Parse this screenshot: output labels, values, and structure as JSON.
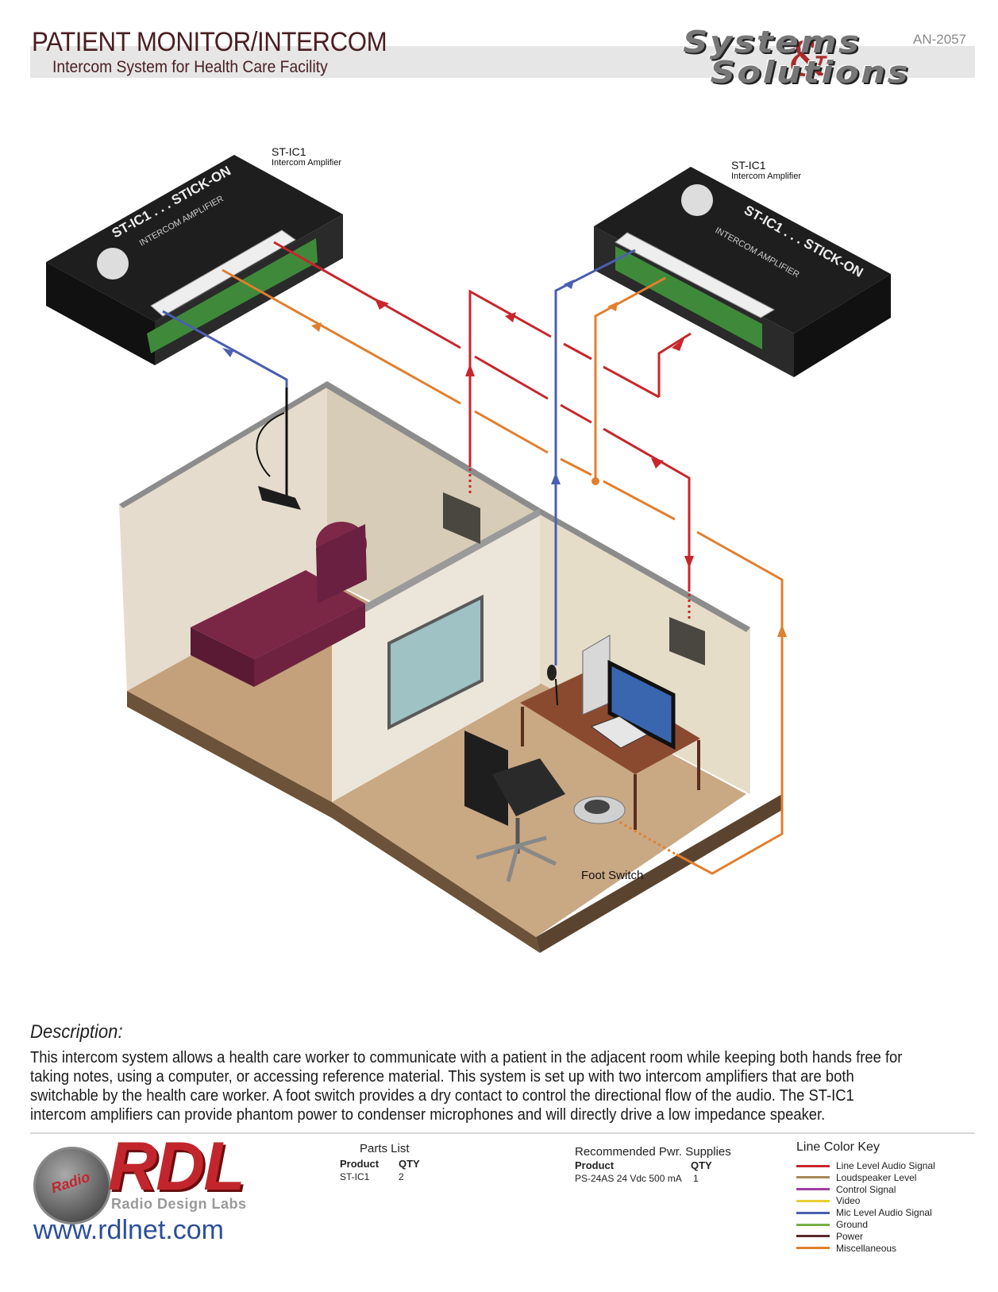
{
  "header": {
    "title": "PATIENT MONITOR/INTERCOM",
    "subtitle": "Intercom System for Health Care Facility",
    "doc_code": "AN-2057",
    "brand_line1": "Systems",
    "brand_line2": "Solutions",
    "brand_amp": "&"
  },
  "diagram": {
    "amp_left": {
      "model": "ST-IC1",
      "desc": "Intercom Amplifier",
      "faceplate_title": "ST-IC1 . . . STICK-ON",
      "faceplate_sub": "INTERCOM AMPLIFIER"
    },
    "amp_right": {
      "model": "ST-IC1",
      "desc": "Intercom Amplifier",
      "faceplate_title": "ST-IC1 . . . STICK-ON",
      "faceplate_sub": "INTERCOM AMPLIFIER"
    },
    "foot_switch_label": "Foot Switch",
    "colors": {
      "line_level": "#c8262c",
      "mic_level": "#4a5fb0",
      "misc": "#e07f2e",
      "wall": "#e8e0d2",
      "floor_left": "#c4a17a",
      "floor_right": "#c9a884",
      "bed": "#7a2746",
      "amp_body": "#1e1e1e"
    }
  },
  "description": {
    "heading": "Description:",
    "body": "This intercom system allows a health care worker to communicate with a patient in the adjacent room while keeping both hands free for taking notes, using a computer, or accessing reference material.  This system is set up with two intercom amplifiers that are both switchable by the health care worker. A foot switch provides a dry contact to control the directional flow of the audio. The ST-IC1 intercom amplifiers can provide phantom power to condenser microphones and will directly drive a low impedance speaker."
  },
  "footer": {
    "logo_seal_text": "Radio",
    "logo_text": "RDL",
    "logo_sub": "Radio Design Labs",
    "url": "www.rdlnet.com",
    "parts_list": {
      "title": "Parts List",
      "headers": [
        "Product",
        "QTY"
      ],
      "rows": [
        [
          "ST-IC1",
          "2"
        ]
      ]
    },
    "power_supplies": {
      "title": "Recommended Pwr. Supplies",
      "headers": [
        "Product",
        "QTY"
      ],
      "rows": [
        [
          "PS-24AS 24 Vdc 500 mA",
          "1"
        ]
      ]
    },
    "line_key": {
      "title": "Line Color Key",
      "items": [
        {
          "label": "Line Level Audio Signal",
          "color": "#c8262c"
        },
        {
          "label": "Loudspeaker Level",
          "color": "#a8885a"
        },
        {
          "label": "Control Signal",
          "color": "#a040a0"
        },
        {
          "label": "Video",
          "color": "#e8d030"
        },
        {
          "label": "Mic Level Audio Signal",
          "color": "#4a5fb0"
        },
        {
          "label": "Ground",
          "color": "#78b048"
        },
        {
          "label": "Power",
          "color": "#5a2a2a"
        },
        {
          "label": "Miscellaneous",
          "color": "#e07f2e"
        }
      ]
    }
  }
}
